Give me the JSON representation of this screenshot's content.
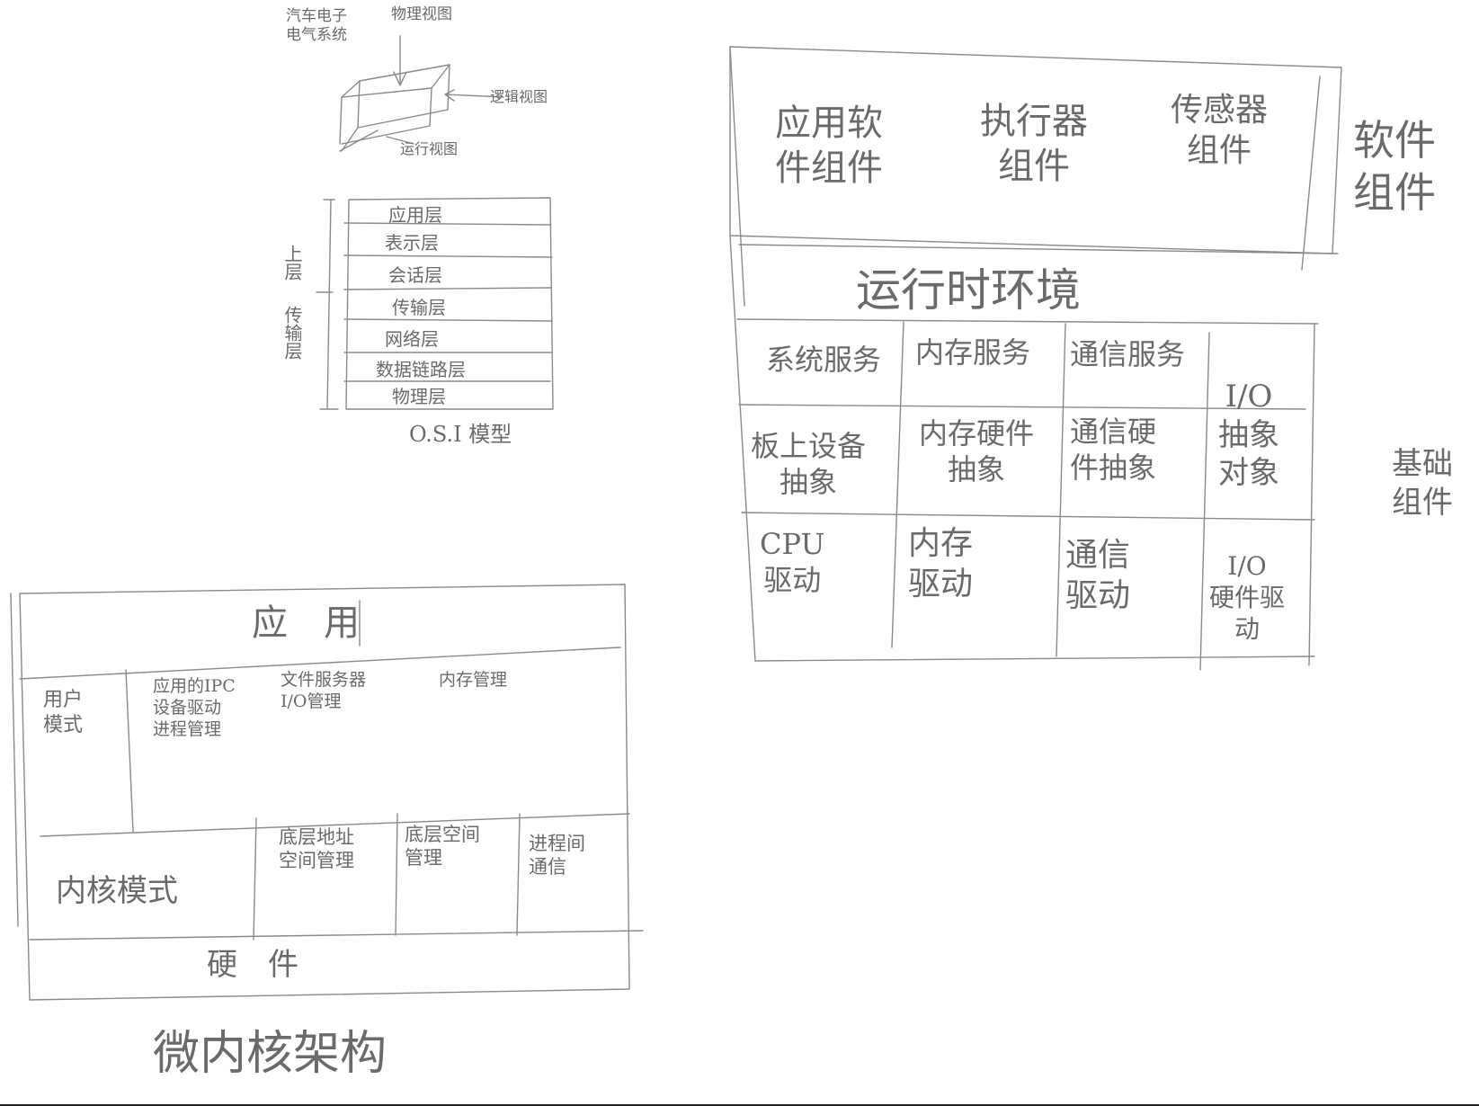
{
  "cube": {
    "top_left_label": "汽车电子\n电气系统",
    "physical_view": "物理视图",
    "logical_view": "逻辑视图",
    "runtime_view": "运行视图"
  },
  "osi": {
    "layers": [
      "应用层",
      "表示层",
      "会话层",
      "传输层",
      "网络层",
      "数据链路层",
      "物理层"
    ],
    "side_label_1": "上层",
    "side_label_2": "传输层",
    "caption": "O.S.I 模型"
  },
  "microkernel": {
    "app": "应　用",
    "user_mode": "用户\n模式",
    "user_col1": "应用的IPC\n设备驱动\n进程管理",
    "user_col2": "文件服务器\nI/O管理",
    "user_col3": "内存管理",
    "kernel_mode": "内核模式",
    "kernel_col1": "底层地址\n空间管理",
    "kernel_col2": "底层空间\n管理",
    "kernel_col3": "进程间\n通信",
    "hardware": "硬　件",
    "caption": "微内核架构"
  },
  "stack": {
    "top": [
      "应用软\n件组件",
      "执行器\n组件",
      "传感器\n组件"
    ],
    "software_components": "软件\n组件",
    "runtime": "运行时环境",
    "services": [
      "系统服务",
      "内存服务",
      "通信服务"
    ],
    "io_abstraction": "I/O\n抽象\n对象",
    "abstractions": [
      "板上设备\n抽象",
      "内存硬件\n抽象",
      "通信硬\n件抽象"
    ],
    "drivers": [
      "CPU\n驱动",
      "内存\n驱动",
      "通信\n驱动",
      "I/O\n硬件驱\n动"
    ],
    "basic_components": "基础\n组件"
  }
}
